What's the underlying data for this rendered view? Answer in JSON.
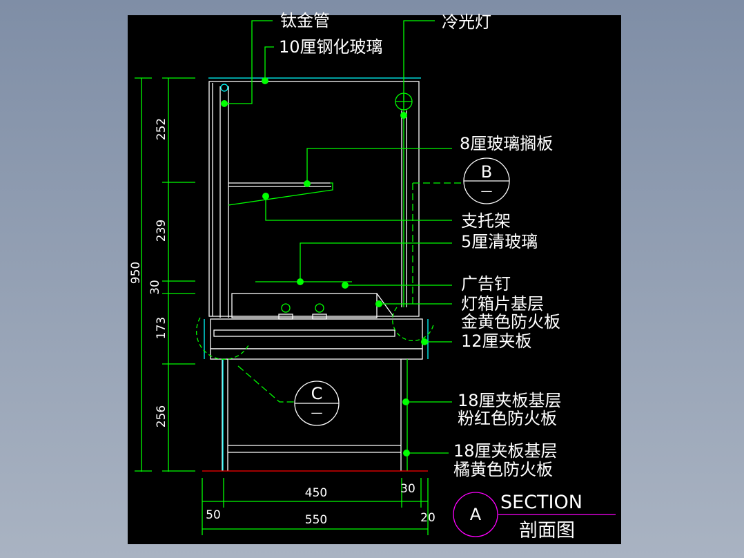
{
  "title": "剖面图",
  "section": {
    "letter": "A",
    "label": "SECTION",
    "subtitle": "剖面图"
  },
  "detail_marks": [
    {
      "letter": "B",
      "sub": "—"
    },
    {
      "letter": "C",
      "sub": "—"
    }
  ],
  "callouts": [
    "钛金管",
    "10厘钢化玻璃",
    "冷光灯",
    "8厘玻璃搁板",
    "支托架",
    "5厘清玻璃",
    "广告钉",
    "灯箱片基层",
    "金黄色防火板",
    "12厘夹板",
    "18厘夹板基层",
    "粉红色防火板",
    "18厘夹板基层",
    "橘黄色防火板"
  ],
  "dimensions": {
    "vertical_total": "950",
    "vertical": [
      "252",
      "239",
      "30",
      "173",
      "256"
    ],
    "horizontal_top": [
      "50",
      "450",
      "30",
      "20"
    ],
    "horizontal_total": "550"
  },
  "colors": {
    "background": "#000000",
    "leader": "#00ff00",
    "outline": "#ffffff",
    "glass": "#00ffff",
    "section_mark": "#ff00ff",
    "floor": "#ff0000"
  }
}
